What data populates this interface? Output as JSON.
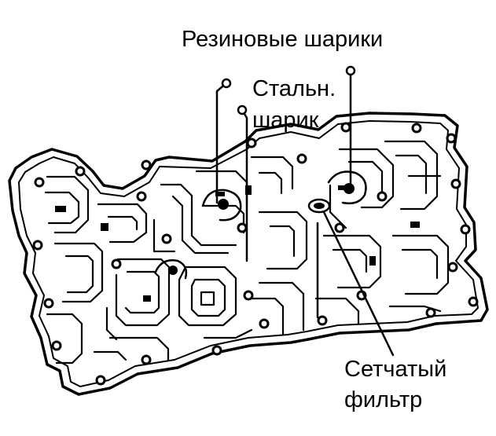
{
  "labels": {
    "rubber_balls": "Резиновые шарики",
    "steel_ball_line1": "Стальн.",
    "steel_ball_line2": "шарик",
    "strainer_line1": "Сетчатый",
    "strainer_line2": "фильтр"
  },
  "colors": {
    "ink": "#000000",
    "paper": "#ffffff"
  }
}
